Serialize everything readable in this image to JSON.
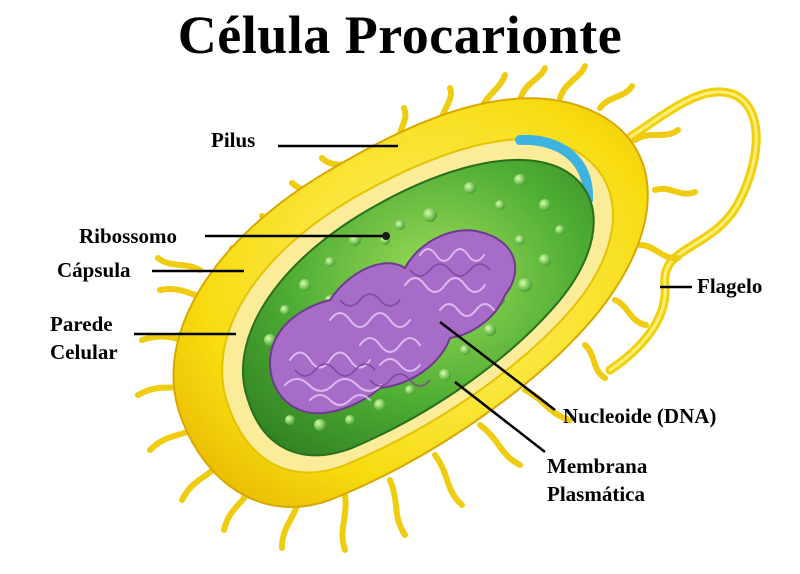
{
  "title": "Célula Procarionte",
  "labels": {
    "pilus": "Pilus",
    "ribossomo": "Ribossomo",
    "capsula": "Cápsula",
    "parede_line1": "Parede",
    "parede_line2": "Celular",
    "flagelo": "Flagelo",
    "nucleoide": "Nucleoide (DNA)",
    "membrana_line1": "Membrana",
    "membrana_line2": "Plasmática"
  },
  "colors": {
    "capsule": "#f5dc14",
    "cell_wall": "#f9e98a",
    "cytoplasm": "#3e9a2c",
    "ribosome": "#7ed957",
    "dna": "#a66cc8",
    "membrane_edge": "#3fb3e0"
  }
}
